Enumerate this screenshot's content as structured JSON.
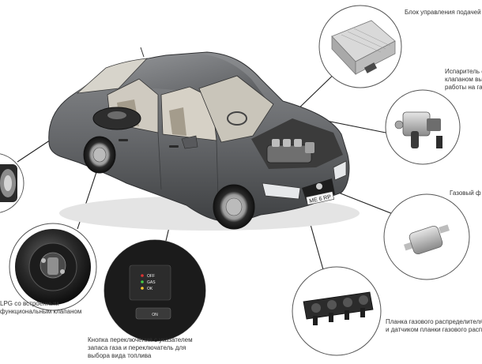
{
  "labels": {
    "ecu": [
      "Блок управления подачей г"
    ],
    "reducer": [
      "Испаритель с",
      "клапаном вы",
      "работы на газ"
    ],
    "filter": [
      "Газовый ф"
    ],
    "rail": [
      "Планка газового распределителя",
      "и датчиком планки газового распр"
    ],
    "tank": [
      "LPG со встроенным",
      "функциональным клапаном"
    ],
    "switch": [
      "Кнопка переключения с указателем",
      "запаса газа и переключатель для",
      "выбора вида топлива"
    ]
  },
  "switch_panel": {
    "led_labels": [
      "OFF",
      "GAS",
      "OK"
    ],
    "button_text": "ON"
  },
  "car": {
    "plate": "ME 6 RP"
  },
  "colors": {
    "car_body": "#6b6d70",
    "leader_line": "#222222",
    "callout_border": "#555555",
    "text": "#333333"
  }
}
